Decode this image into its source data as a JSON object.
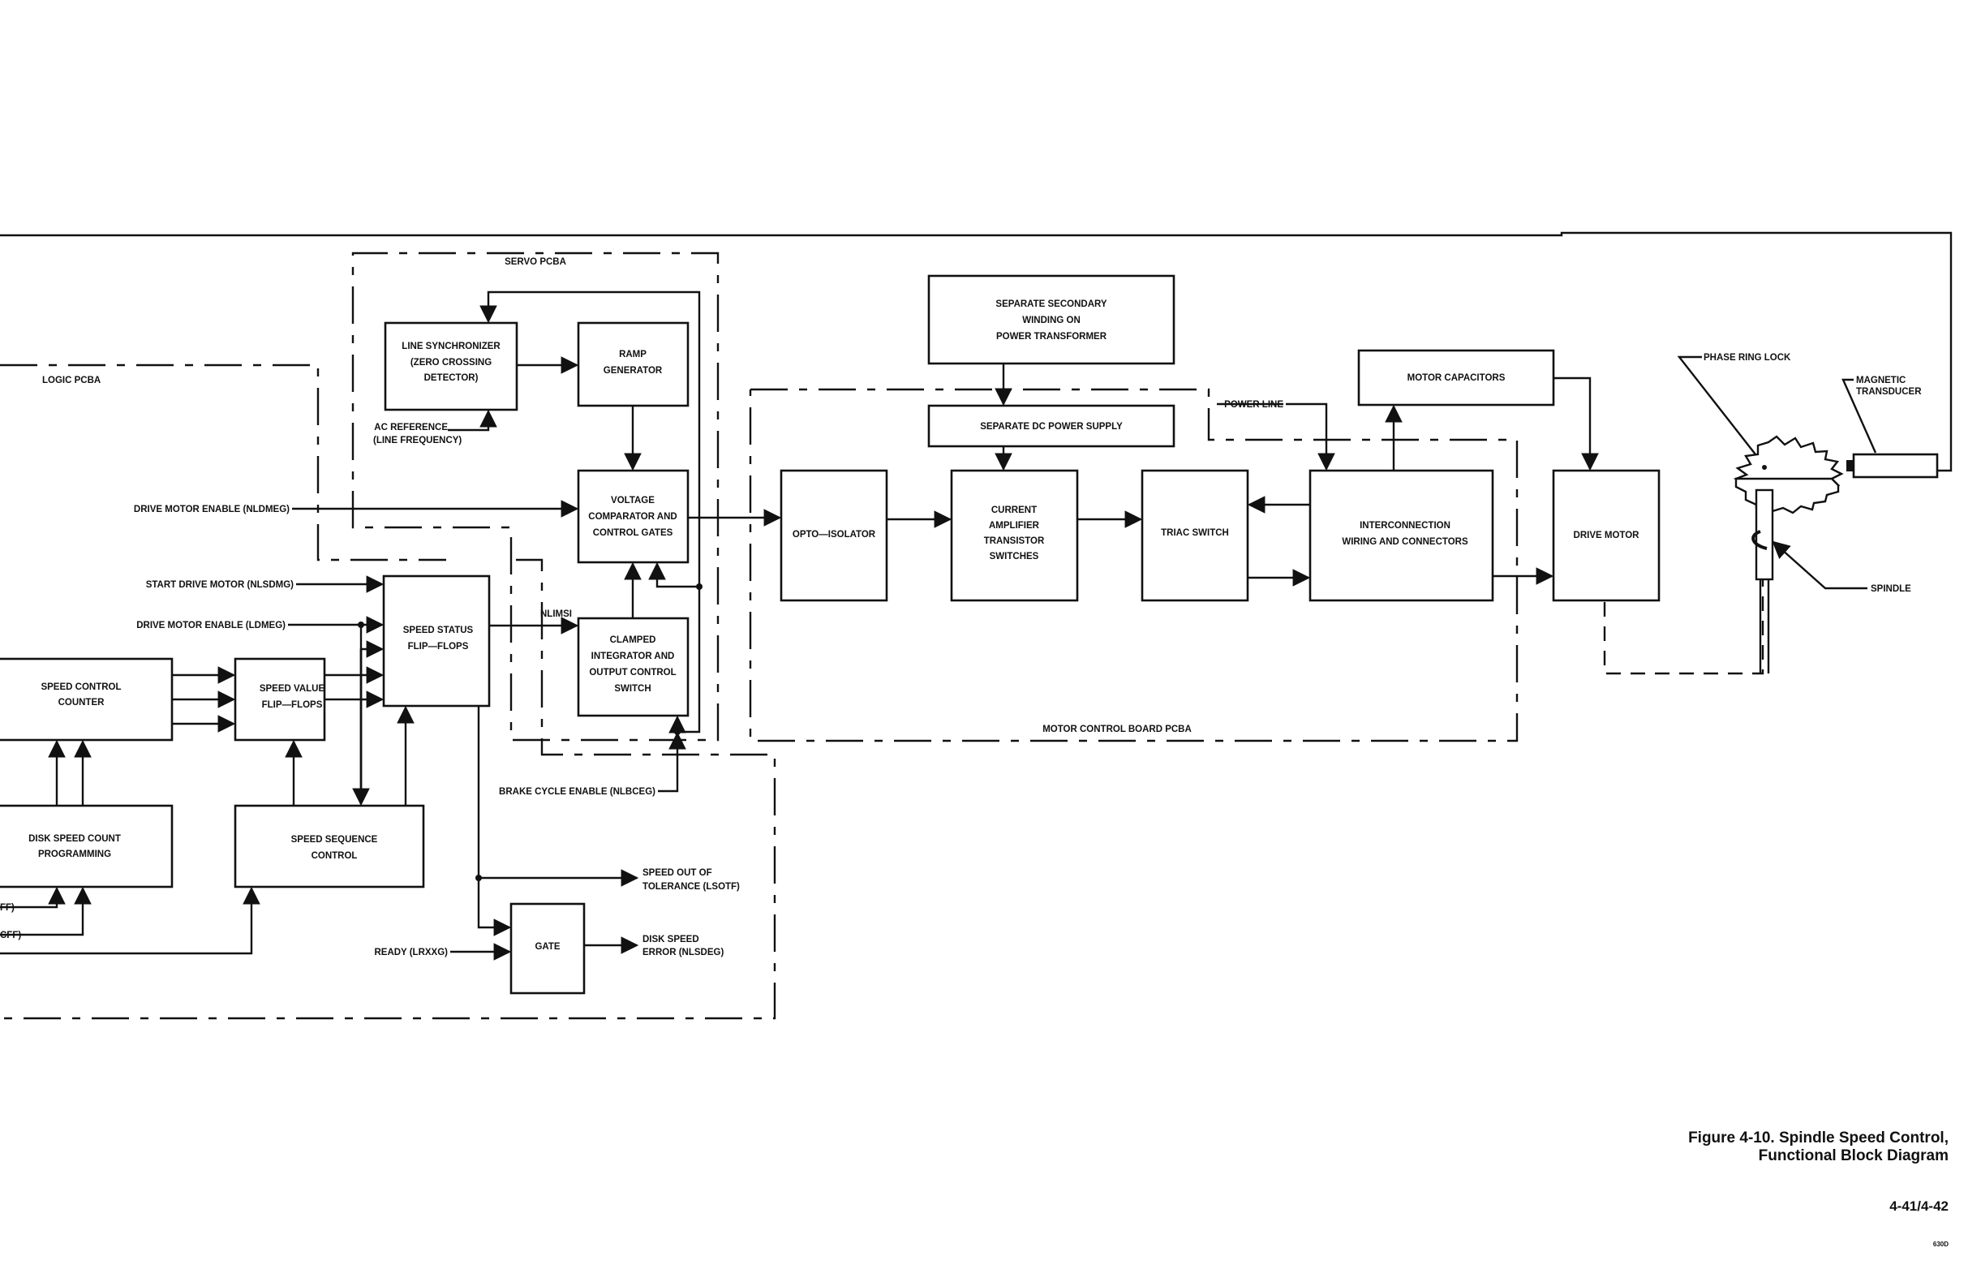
{
  "regions": {
    "servo": "SERVO PCBA",
    "logic": "LOGIC PCBA",
    "motor_control": "MOTOR CONTROL BOARD PCBA"
  },
  "blocks": {
    "line_sync": [
      "LINE SYNCHRONIZER",
      "(ZERO CROSSING",
      "DETECTOR)"
    ],
    "ramp_gen": [
      "RAMP",
      "GENERATOR"
    ],
    "volt_comp": [
      "VOLTAGE",
      "COMPARATOR AND",
      "CONTROL GATES"
    ],
    "clamped": [
      "CLAMPED",
      "INTEGRATOR AND",
      "OUTPUT CONTROL",
      "SWITCH"
    ],
    "speed_status": [
      "SPEED STATUS",
      "FLIP—FLOPS"
    ],
    "speed_value": [
      "SPEED VALUE",
      "FLIP—FLOPS"
    ],
    "speed_ctrl_counter": [
      "SPEED CONTROL",
      "COUNTER"
    ],
    "disk_speed_prog": [
      "DISK SPEED COUNT",
      "PROGRAMMING"
    ],
    "speed_seq": [
      "SPEED SEQUENCE",
      "CONTROL"
    ],
    "gate": [
      "GATE"
    ],
    "sep_secondary": [
      "SEPARATE SECONDARY",
      "WINDING ON",
      "POWER TRANSFORMER"
    ],
    "sep_dc": [
      "SEPARATE DC POWER SUPPLY"
    ],
    "opto": [
      "OPTO—ISOLATOR"
    ],
    "current_amp": [
      "CURRENT",
      "AMPLIFIER",
      "TRANSISTOR",
      "SWITCHES"
    ],
    "triac": [
      "TRIAC SWITCH"
    ],
    "interconnect": [
      "INTERCONNECTION",
      "WIRING AND CONNECTORS"
    ],
    "motor_caps": [
      "MOTOR CAPACITORS"
    ],
    "drive_motor": [
      "DRIVE MOTOR"
    ]
  },
  "signals": {
    "ac_ref": [
      "AC REFERENCE",
      "(LINE FREQUENCY)"
    ],
    "drive_enable_nl": "DRIVE MOTOR ENABLE (NLDMEG)",
    "start_drive": "START DRIVE MOTOR (NLSDMG)",
    "drive_enable_l": "DRIVE MOTOR ENABLE (LDMEG)",
    "nlimsi": "NLIMSI",
    "brake": "BRAKE CYCLE ENABLE (NLBCEG)",
    "speed_out_tol": [
      "SPEED OUT OF",
      "TOLERANCE (LSOTF)"
    ],
    "ready": "READY (LRXXG)",
    "disk_speed_err": [
      "DISK SPEED",
      "ERROR (NLSDEG)"
    ],
    "ff1": "FF)",
    "cff": "CFF)",
    "power_line": "POWER LINE",
    "phase_ring": "PHASE RING  LOCK",
    "mag_transducer": [
      "MAGNETIC",
      "TRANSDUCER"
    ],
    "spindle": "SPINDLE"
  },
  "caption": {
    "line1": "Figure 4-10. Spindle Speed Control,",
    "line2": "Functional Block Diagram"
  },
  "page_number": "4-41/4-42",
  "code": "630D"
}
